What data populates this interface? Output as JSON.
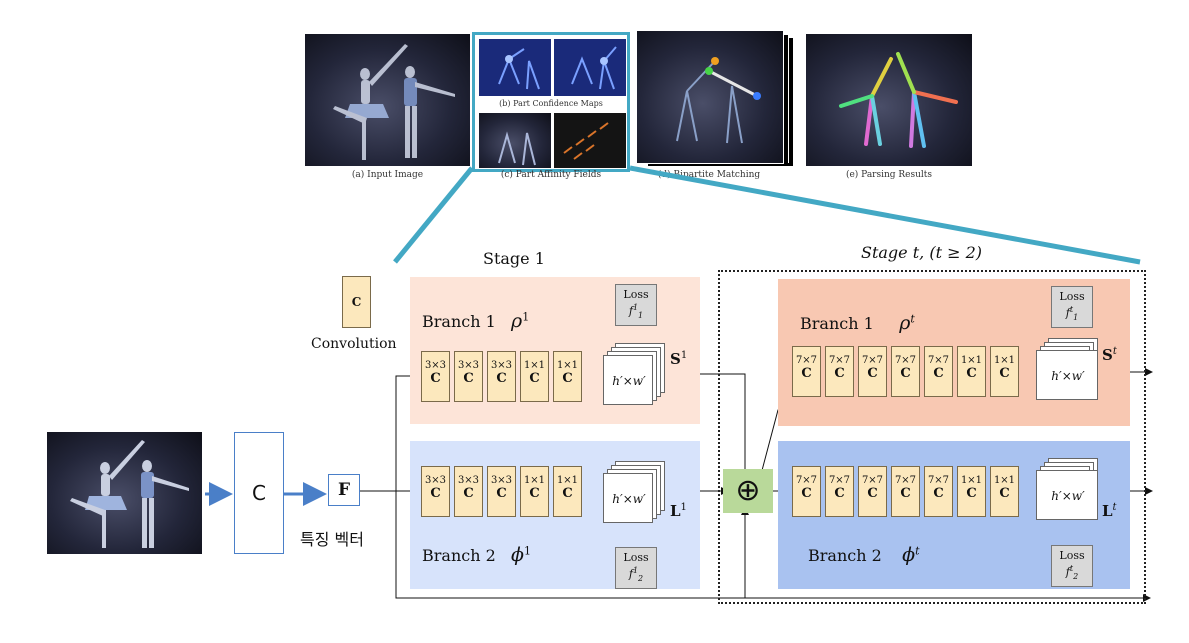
{
  "top_panels": {
    "captions": {
      "a": "(a) Input Image",
      "b": "(b) Part Confidence Maps",
      "c": "(c) Part Affinity Fields",
      "d": "(d) Bipartite Matching",
      "e": "(e) Parsing Results"
    }
  },
  "legend": {
    "conv_symbol": "C",
    "conv_label": "Convolution"
  },
  "input": {
    "backbone_label": "C",
    "feature_label": "F",
    "feature_caption": "특징 벡터"
  },
  "stage1": {
    "title": "Stage 1",
    "branch1": {
      "name": "Branch 1",
      "symbol": "ρ",
      "sup": "1"
    },
    "branch2": {
      "name": "Branch 2",
      "symbol": "ϕ",
      "sup": "1"
    },
    "kernels": [
      "3×3",
      "3×3",
      "3×3",
      "1×1",
      "1×1"
    ],
    "conv_letter": "C",
    "map_label": "h′×w′",
    "loss_label": "Loss",
    "loss1": "f",
    "loss1_sub": "1",
    "loss1_sup": "1",
    "loss2": "f",
    "loss2_sub": "2",
    "loss2_sup": "1",
    "out1": "S",
    "out1_sup": "1",
    "out2": "L",
    "out2_sup": "1"
  },
  "stage_t": {
    "title": "Stage t, (t ≥ 2)",
    "branch1": {
      "name": "Branch 1",
      "symbol": "ρ",
      "sup": "t"
    },
    "branch2": {
      "name": "Branch 2",
      "symbol": "ϕ",
      "sup": "t"
    },
    "kernels": [
      "7×7",
      "7×7",
      "7×7",
      "7×7",
      "7×7",
      "1×1",
      "1×1"
    ],
    "conv_letter": "C",
    "map_label": "h′×w′",
    "loss_label": "Loss",
    "loss1": "f",
    "loss1_sub": "1",
    "loss1_sup": "t",
    "loss2": "f",
    "loss2_sub": "2",
    "loss2_sup": "t",
    "out1": "S",
    "out1_sup": "t",
    "out2": "L",
    "out2_sup": "t"
  },
  "concat_symbol": "⊕",
  "colors": {
    "stage1_branch1_bg": "#fde4d8",
    "stage1_branch2_bg": "#d7e3fb",
    "staget_branch1_bg": "#f8c8b2",
    "staget_branch2_bg": "#a9c2f0",
    "conv_fill": "#fce8bd",
    "zoom_frame": "#43a8c4",
    "arrow_blue": "#4a7fc8",
    "concat_fill": "#b9d99a"
  }
}
